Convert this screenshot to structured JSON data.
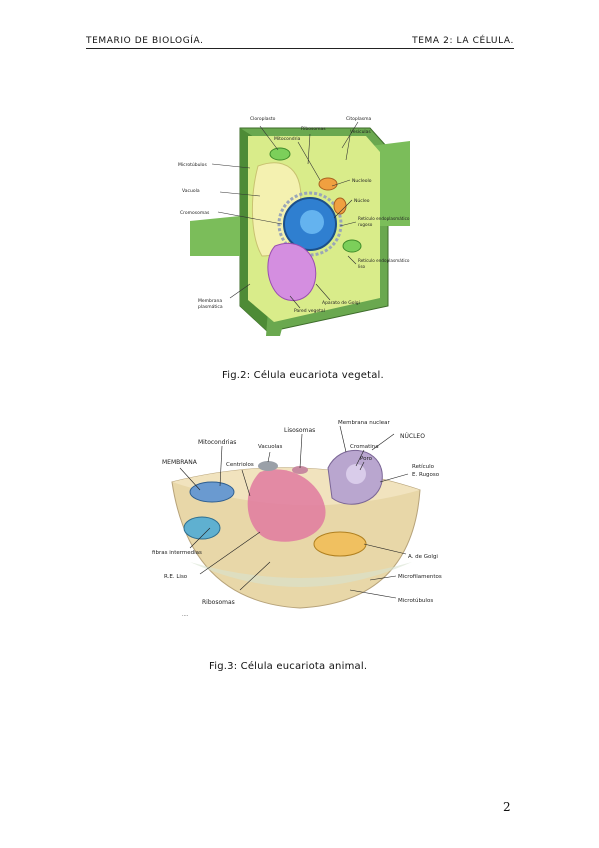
{
  "header": {
    "left": "TEMARIO DE BIOLOGÍA.",
    "right": "TEMA 2: LA CÉLULA."
  },
  "figure_plant": {
    "labels": {
      "cloroplasto": "Cloroplasto",
      "ribosomas": "Ribosomas",
      "citoplasma": "Citoplasma",
      "mitocondria": "Mitocondria",
      "vesiculas": "Vesículas",
      "microtubulos": "Microtúbulos",
      "nucleolo": "Nucleolo",
      "vacuola": "Vacuola",
      "nucleo": "Núcleo",
      "cromosomas": "Cromosomas",
      "rer_1": "Retículo endoplasmático",
      "rer_2": "rugoso",
      "rel_1": "Retículo endoplasmático",
      "rel_2": "liso",
      "membrana_1": "Membrana",
      "membrana_2": "plasmática",
      "golgi": "Aparato de Golgi",
      "pared": "Pared vegetal"
    },
    "caption": "Fig.2: Célula eucariota vegetal."
  },
  "figure_animal": {
    "labels": {
      "lisosomas": "Lisosomas",
      "membrana_nuclear": "Membrana nuclear",
      "nucleo": "NÚCLEO",
      "mitocondrias": "Mitocondrias",
      "vacuolas": "Vacuolas",
      "cromatina": "Cromatina",
      "poro": "Poro",
      "membrana": "MEMBRANA",
      "centriolos": "Centriolos",
      "reticulo_1": "Retículo",
      "reticulo_2": "E. Rugoso",
      "fibras": "fibras intermedias",
      "golgi": "A. de Golgi",
      "re_liso": "R.E. Liso",
      "microfilamentos": "Microfilamentos",
      "ribosomas": "Ribosomas",
      "microtubulos": "Microtúbulos",
      "dots": "...."
    },
    "caption": "Fig.3: Célula eucariota animal."
  },
  "page_number": "2",
  "colors": {
    "cell_wall": "#6aa84f",
    "cytoplasm": "#d9ec8a",
    "nucleus": "#2f7fd0",
    "vacuole": "#f4f1b0",
    "golgi_plant": "#d48ee0",
    "animal_cytoplasm": "#e8d7a8",
    "er": "#e07aa0",
    "nucleus_animal": "#b9a6cf"
  }
}
